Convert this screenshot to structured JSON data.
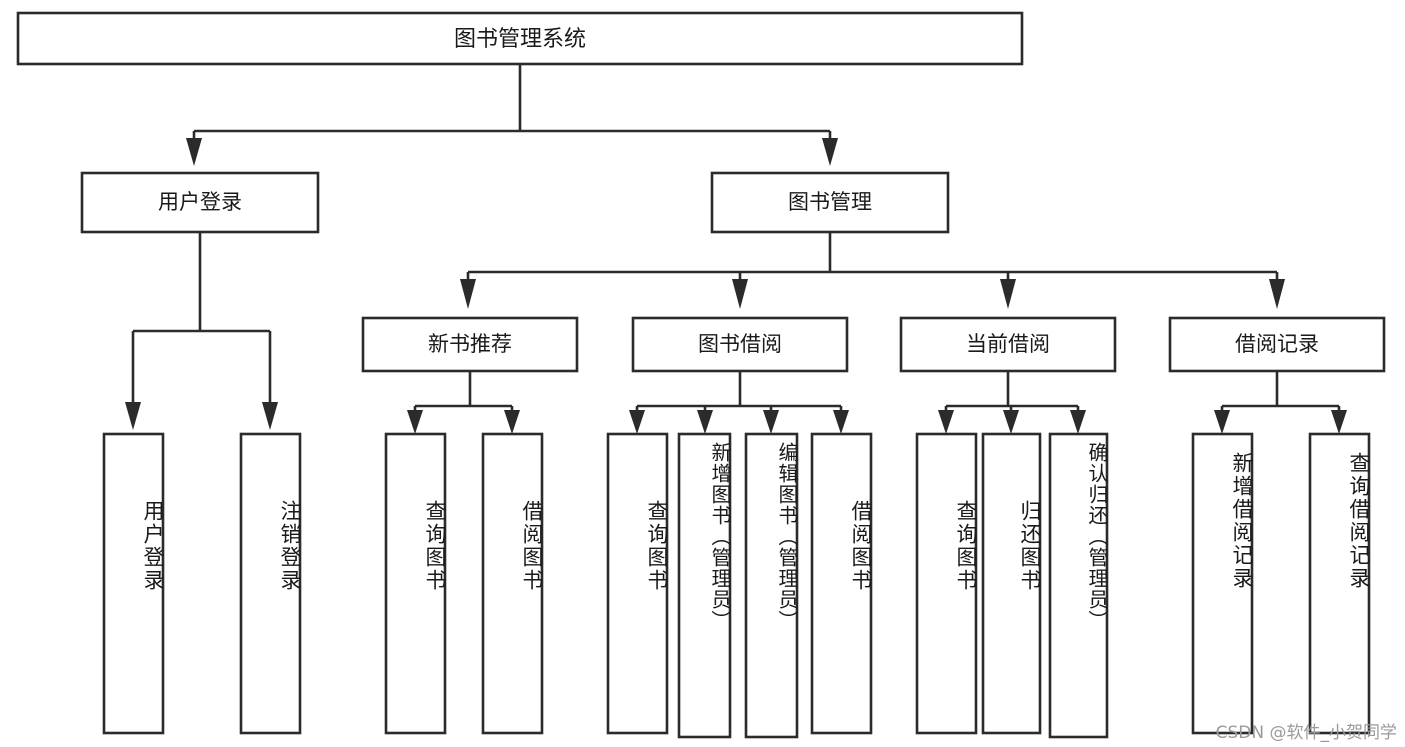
{
  "diagram": {
    "title": "图书管理系统",
    "watermark": "CSDN @软件_小贺同学",
    "root": {
      "label": "图书管理系统"
    },
    "level1": [
      {
        "label": "用户登录"
      },
      {
        "label": "图书管理"
      }
    ],
    "level2": [
      {
        "label": "新书推荐"
      },
      {
        "label": "图书借阅"
      },
      {
        "label": "当前借阅"
      },
      {
        "label": "借阅记录"
      }
    ],
    "leaves": {
      "user_login": [
        {
          "label": "用户登录"
        },
        {
          "label": "注销登录"
        }
      ],
      "new_book_recommend": [
        {
          "label": "查询图书"
        },
        {
          "label": "借阅图书"
        }
      ],
      "book_borrow": [
        {
          "label": "查询图书"
        },
        {
          "label": "新增图书（管理员）"
        },
        {
          "label": "编辑图书（管理员）"
        },
        {
          "label": "借阅图书"
        }
      ],
      "current_borrow": [
        {
          "label": "查询图书"
        },
        {
          "label": "归还图书"
        },
        {
          "label": "确认归还（管理员）"
        }
      ],
      "borrow_record": [
        {
          "label": "新增借阅记录"
        },
        {
          "label": "查询借阅记录"
        }
      ]
    },
    "colors": {
      "stroke": "#2b2b2b",
      "fill": "#ffffff",
      "text": "#1a1a1a",
      "watermark": "#9a9a9a"
    }
  }
}
